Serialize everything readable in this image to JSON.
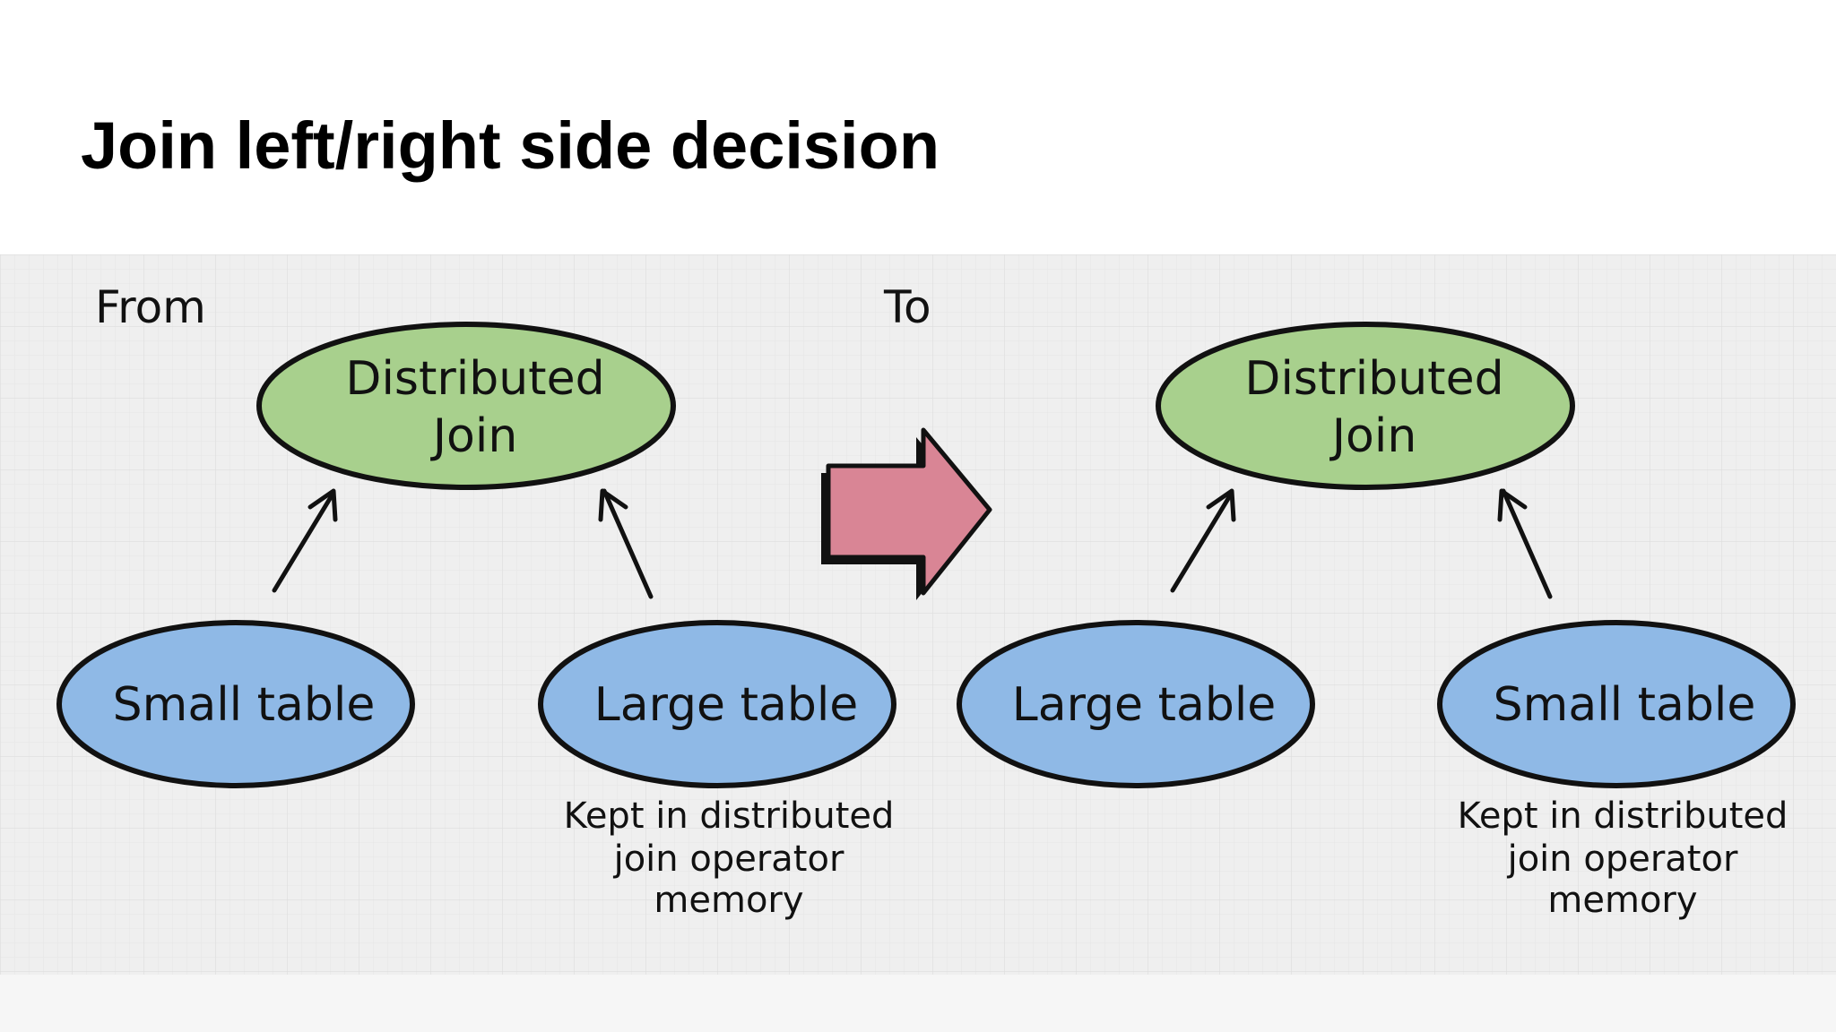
{
  "slide": {
    "title": "Join left/right side decision"
  },
  "diagram": {
    "from_label": "From",
    "to_label": "To",
    "from": {
      "join_node": {
        "line1": "Distributed",
        "line2": "Join",
        "color": "#a8d08d"
      },
      "left_child": {
        "label": "Small table",
        "color": "#8fb9e6"
      },
      "right_child": {
        "label": "Large table",
        "color": "#8fb9e6"
      },
      "note": {
        "line1": "Kept in distributed",
        "line2": "join operator",
        "line3": "memory"
      }
    },
    "to": {
      "join_node": {
        "line1": "Distributed",
        "line2": "Join",
        "color": "#a8d08d"
      },
      "left_child": {
        "label": "Large table",
        "color": "#8fb9e6"
      },
      "right_child": {
        "label": "Small table",
        "color": "#8fb9e6"
      },
      "note": {
        "line1": "Kept in distributed",
        "line2": "join operator",
        "line3": "memory"
      }
    },
    "transition_arrow_color": "#d98595",
    "background_color": "#efefef",
    "grid_color": "#e2e2e2"
  }
}
